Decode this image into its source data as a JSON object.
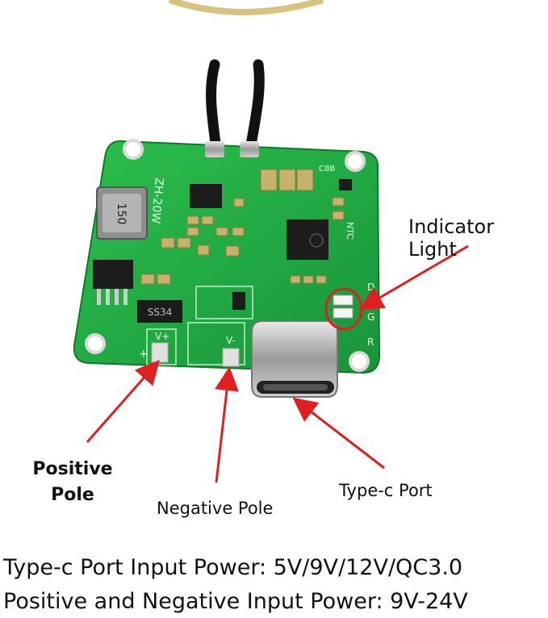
{
  "board": {
    "model_text": "ZH-20W",
    "inductor_text": "150",
    "chip1_text": "SS34",
    "silk_plus": "V+",
    "silk_minus": "V-",
    "silk_plus_sign": "+",
    "silk_ntc": "NTC",
    "silk_d": "D",
    "silk_r": "R",
    "silk_g": "G",
    "silk_c": "C8B"
  },
  "colors": {
    "pcb": "#1fa83f",
    "pcb_dark": "#138a2f",
    "arrow": "#e02020",
    "pad": "#d9d9d9"
  },
  "labels": {
    "indicator": "Indicator Light",
    "positive_line1": "Positive",
    "positive_line2": "Pole",
    "negative": "Negative Pole",
    "typec": "Type-c Port"
  },
  "specs": {
    "line1": "Type-c Port Input Power: 5V/9V/12V/QC3.0",
    "line2": "Positive and Negative Input Power: 9V-24V"
  }
}
